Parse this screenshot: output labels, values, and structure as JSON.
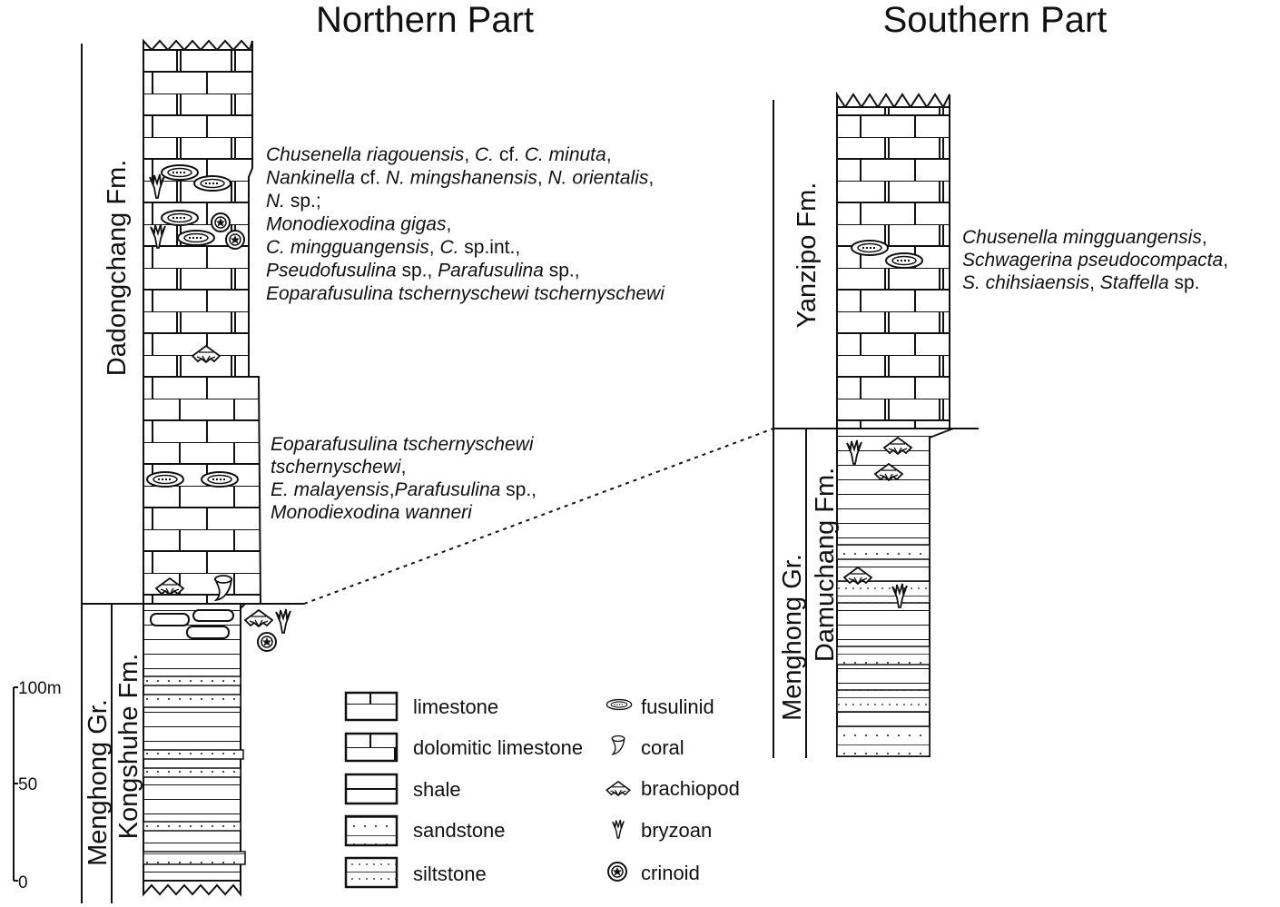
{
  "titles": {
    "north": "Northern Part",
    "south": "Southern Part"
  },
  "north": {
    "formation_upper": "Dadongchang Fm.",
    "group_lower": "Menghong Gr.",
    "formation_lower": "Kongshuhe Fm.",
    "annotation_upper": [
      [
        {
          "t": "Chusenella riagouensis",
          "i": true
        },
        {
          "t": ", ",
          "i": false
        },
        {
          "t": "C.",
          "i": true
        },
        {
          "t": " cf. ",
          "i": false
        },
        {
          "t": "C. minuta",
          "i": true
        },
        {
          "t": ",",
          "i": false
        }
      ],
      [
        {
          "t": "Nankinella",
          "i": true
        },
        {
          "t": " cf. ",
          "i": false
        },
        {
          "t": "N. mingshanensis",
          "i": true
        },
        {
          "t": ", ",
          "i": false
        },
        {
          "t": "N. orientalis",
          "i": true
        },
        {
          "t": ",",
          "i": false
        }
      ],
      [
        {
          "t": "N.",
          "i": true
        },
        {
          "t": " sp.;",
          "i": false
        }
      ],
      [
        {
          "t": "Monodiexodina gigas",
          "i": true
        },
        {
          "t": ",",
          "i": false
        }
      ],
      [
        {
          "t": "C. mingguangensis",
          "i": true
        },
        {
          "t": ", ",
          "i": false
        },
        {
          "t": "C.",
          "i": true
        },
        {
          "t": " sp.int.,",
          "i": false
        }
      ],
      [
        {
          "t": "Pseudofusulina",
          "i": true
        },
        {
          "t": " sp., ",
          "i": false
        },
        {
          "t": "Parafusulina",
          "i": true
        },
        {
          "t": " sp.,",
          "i": false
        }
      ],
      [
        {
          "t": "Eoparafusulina tschernyschewi tschernyschewi",
          "i": true
        }
      ]
    ],
    "annotation_lower": [
      [
        {
          "t": "Eoparafusulina tschernyschewi",
          "i": true
        }
      ],
      [
        {
          "t": "tschernyschewi",
          "i": true
        },
        {
          "t": ",",
          "i": false
        }
      ],
      [
        {
          "t": "E. malayensis",
          "i": true
        },
        {
          "t": ",",
          "i": false
        },
        {
          "t": "Parafusulina",
          "i": true
        },
        {
          "t": " sp.,",
          "i": false
        }
      ],
      [
        {
          "t": "Monodiexodina wanneri",
          "i": true
        }
      ]
    ]
  },
  "south": {
    "formation_upper": "Yanzipo Fm.",
    "group_lower": "Menghong Gr.",
    "formation_lower": "Damuchang Fm.",
    "annotation": [
      [
        {
          "t": "Chusenella mingguangensis",
          "i": true
        },
        {
          "t": ",",
          "i": false
        }
      ],
      [
        {
          "t": "Schwagerina pseudocompacta",
          "i": true
        },
        {
          "t": ",",
          "i": false
        }
      ],
      [
        {
          "t": "S. chihsiaensis",
          "i": true
        },
        {
          "t": ", ",
          "i": false
        },
        {
          "t": "Staffella",
          "i": true
        },
        {
          "t": " sp.",
          "i": false
        }
      ]
    ]
  },
  "scale": {
    "top": "100m",
    "mid": "50",
    "bottom": "0"
  },
  "legend": {
    "lithology": [
      "limestone",
      "dolomitic limestone",
      "shale",
      "sandstone",
      "siltstone"
    ],
    "fossils": [
      "fusulinid",
      "coral",
      "brachiopod",
      "bryzoan",
      "crinoid"
    ]
  }
}
